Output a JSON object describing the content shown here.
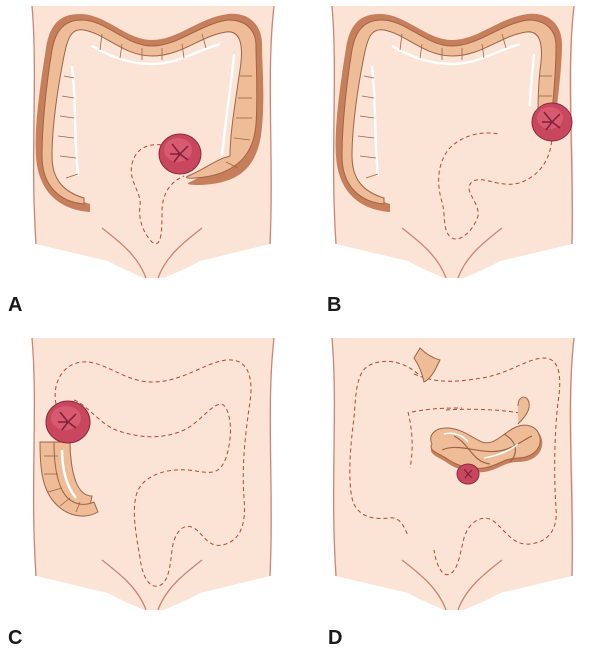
{
  "figure": {
    "panels": [
      {
        "label": "A",
        "stoma_site": "sigmoid-colostomy"
      },
      {
        "label": "B",
        "stoma_site": "descending-colostomy"
      },
      {
        "label": "C",
        "stoma_site": "ascending-colostomy"
      },
      {
        "label": "D",
        "stoma_site": "ileostomy"
      }
    ]
  },
  "colors": {
    "skin": "#fbe3d6",
    "body_outline": "#c98672",
    "colon_fill": "#efbc98",
    "colon_shadow": "#c77e5b",
    "colon_outline": "#9e6446",
    "stoma": "#c8475e",
    "stoma_dark": "#7e2138",
    "dashed_outline": "#b24a2e"
  }
}
